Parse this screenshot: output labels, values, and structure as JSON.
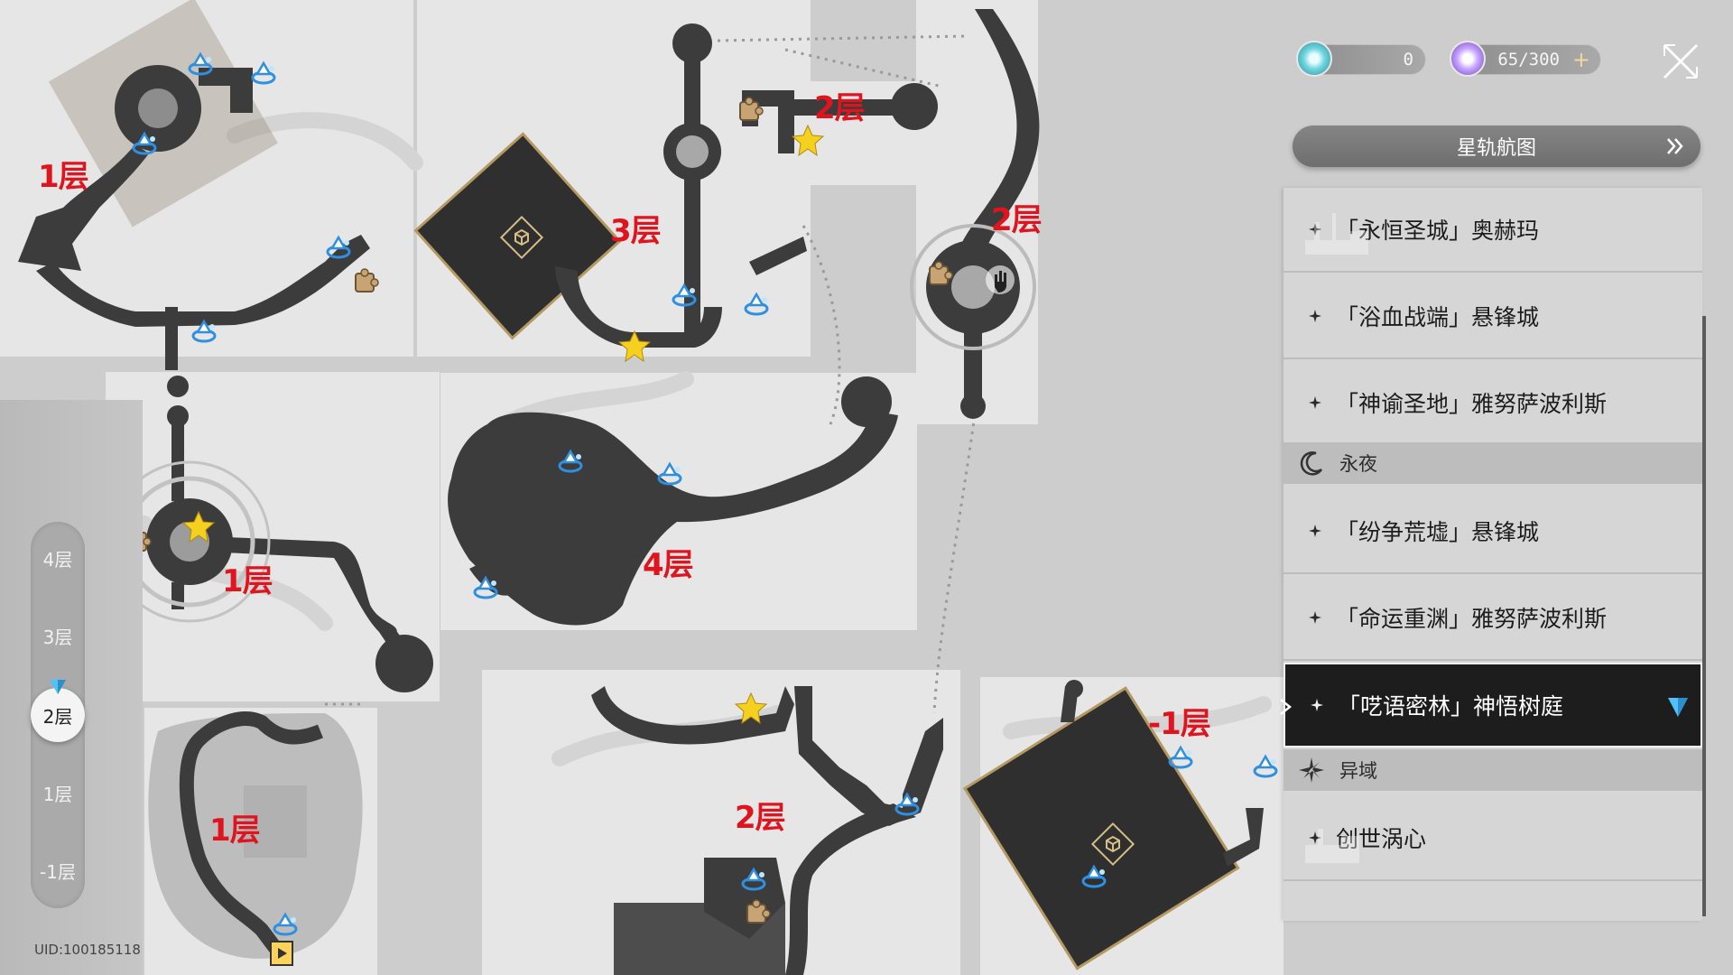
{
  "currency": {
    "stellar_jade": "0",
    "trailblaze_power": "65/300",
    "plus": "+"
  },
  "panel": {
    "header_title": "星轨航图",
    "groups": [
      {
        "section": "",
        "items": [
          "「永恒圣城」奥赫玛",
          "「浴血战端」悬锋城",
          "「神谕圣地」雅努萨波利斯"
        ]
      },
      {
        "section": "永夜",
        "items": [
          "「纷争荒墟」悬锋城",
          "「命运重渊」雅努萨波利斯",
          "「呓语密林」神悟树庭"
        ]
      },
      {
        "section": "异域",
        "items": [
          "创世涡心"
        ]
      }
    ],
    "selected_item": "「呓语密林」神悟树庭"
  },
  "floor_selector": {
    "floors": [
      "4层",
      "3层",
      "2层",
      "1层",
      "-1层"
    ],
    "active": "2层"
  },
  "uid": "UID:100185118",
  "map_labels": [
    {
      "text": "1层"
    },
    {
      "text": "3层"
    },
    {
      "text": "2层"
    },
    {
      "text": "2层"
    },
    {
      "text": "1层"
    },
    {
      "text": "4层"
    },
    {
      "text": "1层"
    },
    {
      "text": "2层"
    },
    {
      "text": "-1层"
    }
  ],
  "icons": {
    "star": "gold-star-icon",
    "puzzle": "puzzle-icon",
    "waypoint": "space-anchor-icon",
    "teleport": "teleport-icon",
    "exit": "exit-icon"
  },
  "colors": {
    "label_red": "#e0141e",
    "star_gold": "#f5d01f",
    "path_dark": "#3a3a3a",
    "anchor_blue": "#3aa0e8"
  }
}
